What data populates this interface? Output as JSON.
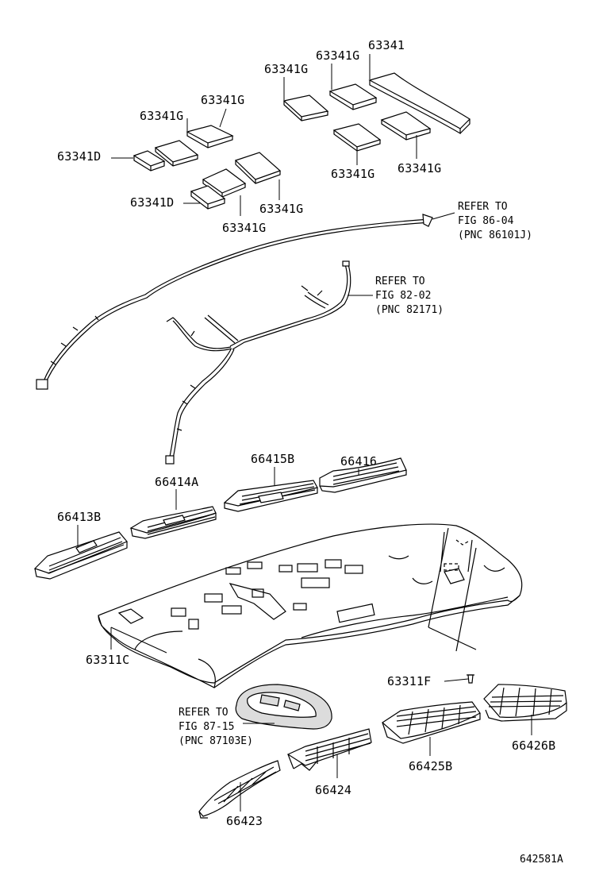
{
  "diagram_id": "642581A",
  "parts": {
    "p63341": "63341",
    "p63341g_a": "63341G",
    "p63341g_b": "63341G",
    "p63341g_c": "63341G",
    "p63341g_d": "63341G",
    "p63341d_a": "63341D",
    "p63341g_e": "63341G",
    "p63341g_f": "63341G",
    "p63341d_b": "63341D",
    "p63341g_g": "63341G",
    "p63341g_h": "63341G",
    "p66416": "66416",
    "p66415b": "66415B",
    "p66414a": "66414A",
    "p66413b": "66413B",
    "p63311c": "63311C",
    "p63311f": "63311F",
    "p66426b": "66426B",
    "p66425b": "66425B",
    "p66424": "66424",
    "p66423": "66423"
  },
  "refs": {
    "ref1": {
      "l1": "REFER TO",
      "l2": "FIG 86-04",
      "l3": "(PNC 86101J)"
    },
    "ref2": {
      "l1": "REFER TO",
      "l2": "FIG 82-02",
      "l3": "(PNC 82171)"
    },
    "ref3": {
      "l1": "REFER TO",
      "l2": "FIG 87-15",
      "l3": "(PNC 87103E)"
    }
  },
  "colors": {
    "line": "#000000",
    "fill": "#ffffff",
    "shade": "#dcdcdc"
  }
}
